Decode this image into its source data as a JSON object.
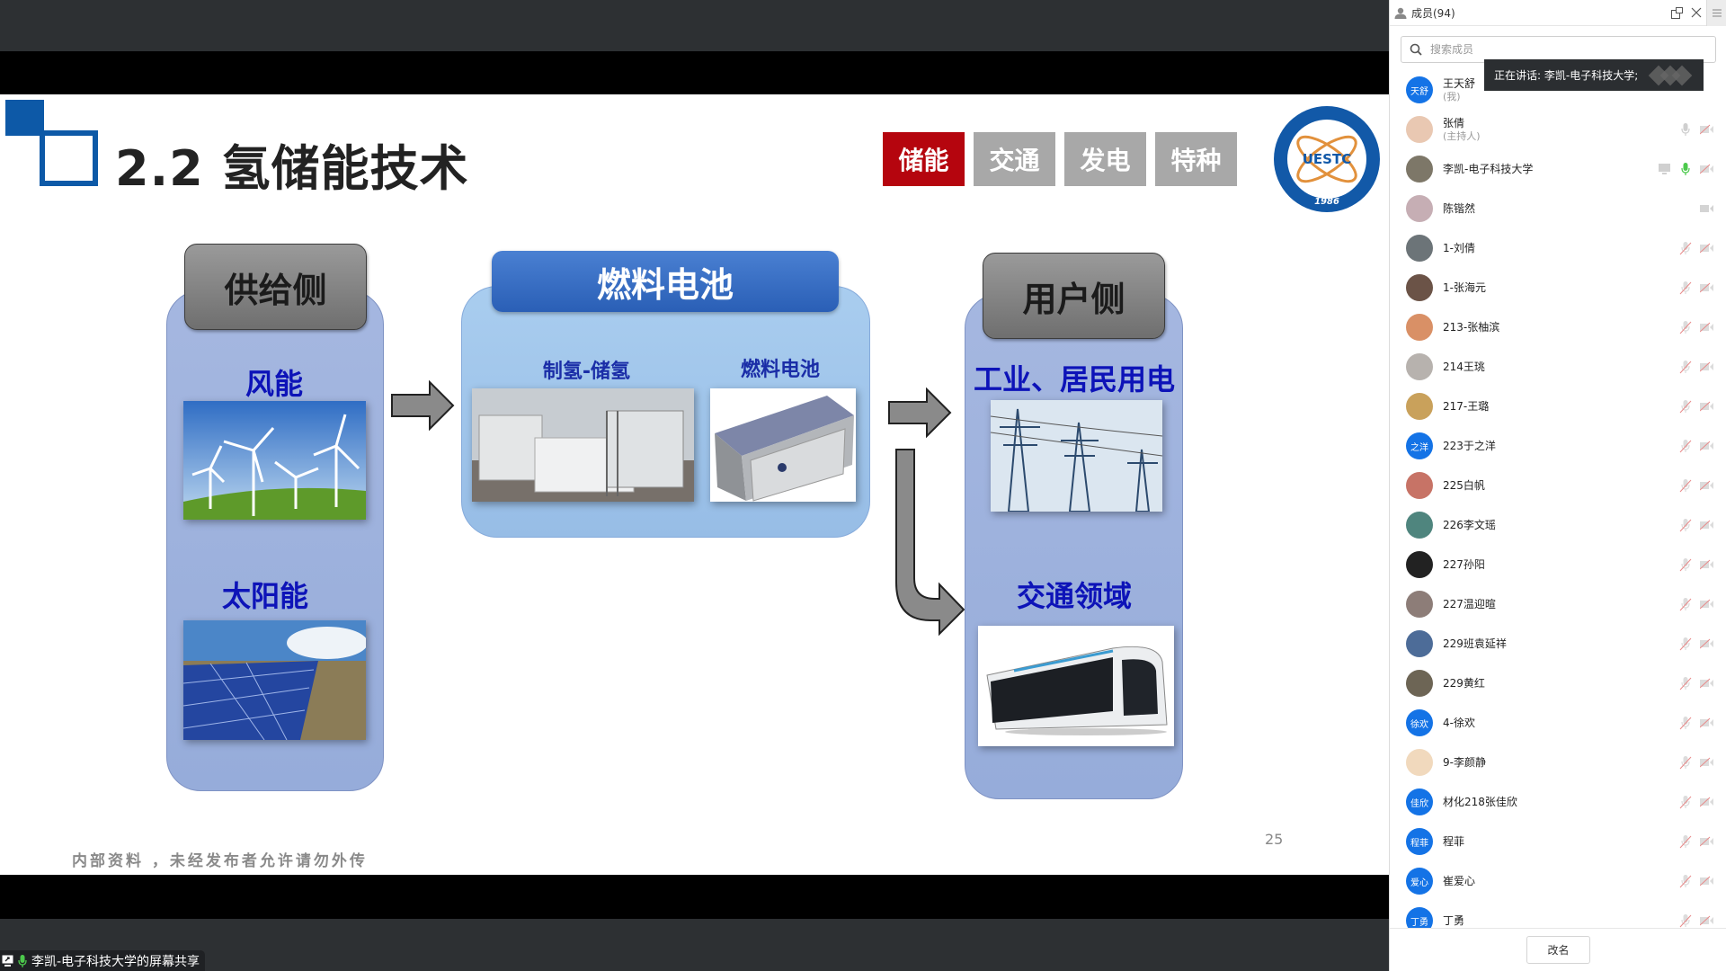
{
  "slide": {
    "title": "2.2 氢储能技术",
    "category_tabs": [
      {
        "label": "储能",
        "active": true
      },
      {
        "label": "交通",
        "active": false
      },
      {
        "label": "发电",
        "active": false
      },
      {
        "label": "特种",
        "active": false
      }
    ],
    "logo": {
      "text": "UESTC",
      "year": "1986"
    },
    "supply": {
      "header": "供给侧",
      "items": [
        {
          "label": "风能",
          "image": "wind-turbines-photo"
        },
        {
          "label": "太阳能",
          "image": "solar-panels-photo"
        }
      ]
    },
    "fuel_cell": {
      "header": "燃料电池",
      "items": [
        {
          "label": "制氢-储氢",
          "image": "hydrogen-production-storage-photo"
        },
        {
          "label": "燃料电池",
          "image": "fuel-cell-stack-photo"
        }
      ]
    },
    "user": {
      "header": "用户侧",
      "items": [
        {
          "label": "工业、居民用电",
          "image": "power-transmission-towers-photo"
        },
        {
          "label": "交通领域",
          "image": "fuel-cell-bus-photo"
        }
      ]
    },
    "watermark": "内部资料 ，未经发布者允许请勿外传",
    "page_number": "25"
  },
  "share_label": {
    "text": "李凯-电子科技大学的屏幕共享"
  },
  "members_panel": {
    "title": "成员(94)",
    "search_placeholder": "搜索成员",
    "speaking_tip": "正在讲话: 李凯-电子科技大学;",
    "rename_button": "改名",
    "colors": {
      "accent": "#1473e6",
      "mic_active": "#4cc94c",
      "muted": "#e88a8a"
    },
    "members": [
      {
        "name": "王天舒",
        "role": "(我)",
        "avatar_text": "天舒",
        "avatar_color": "#1473e6",
        "mic": "none",
        "cam": "none",
        "share": false
      },
      {
        "name": "张倩",
        "role": "(主持人)",
        "avatar_color": "#e9c8b2",
        "mic": "idle",
        "cam": "off",
        "share": false
      },
      {
        "name": "李凯-电子科技大学",
        "role": "",
        "avatar_color": "#7d7768",
        "mic": "active",
        "cam": "off",
        "share": true
      },
      {
        "name": "陈锴然",
        "role": "",
        "avatar_color": "#c6aeb4",
        "mic": "none",
        "cam": "idle",
        "share": false
      },
      {
        "name": "1-刘倩",
        "role": "",
        "avatar_color": "#6c7478",
        "mic": "off",
        "cam": "off",
        "share": false
      },
      {
        "name": "1-张海元",
        "role": "",
        "avatar_color": "#6b5347",
        "mic": "off",
        "cam": "off",
        "share": false
      },
      {
        "name": "213-张柚滨",
        "role": "",
        "avatar_color": "#d99066",
        "mic": "off",
        "cam": "off",
        "share": false
      },
      {
        "name": "214王珧",
        "role": "",
        "avatar_color": "#b7b2ae",
        "mic": "off",
        "cam": "off",
        "share": false
      },
      {
        "name": "217-王璐",
        "role": "",
        "avatar_color": "#c9a15b",
        "mic": "off",
        "cam": "off",
        "share": false
      },
      {
        "name": "223于之洋",
        "role": "",
        "avatar_text": "之洋",
        "avatar_color": "#1473e6",
        "mic": "off",
        "cam": "off",
        "share": false
      },
      {
        "name": "225白帆",
        "role": "",
        "avatar_color": "#c77366",
        "mic": "off",
        "cam": "off",
        "share": false
      },
      {
        "name": "226李文瑶",
        "role": "",
        "avatar_color": "#4f857e",
        "mic": "off",
        "cam": "off",
        "share": false
      },
      {
        "name": "227孙阳",
        "role": "",
        "avatar_color": "#222222",
        "mic": "off",
        "cam": "off",
        "share": false
      },
      {
        "name": "227温迎暄",
        "role": "",
        "avatar_color": "#8d7d78",
        "mic": "off",
        "cam": "off",
        "share": false
      },
      {
        "name": "229班袁延祥",
        "role": "",
        "avatar_color": "#4d6c98",
        "mic": "off",
        "cam": "off",
        "share": false
      },
      {
        "name": "229黄红",
        "role": "",
        "avatar_color": "#6d6555",
        "mic": "off",
        "cam": "off",
        "share": false
      },
      {
        "name": "4-徐欢",
        "role": "",
        "avatar_text": "徐欢",
        "avatar_color": "#1473e6",
        "mic": "off",
        "cam": "off",
        "share": false
      },
      {
        "name": "9-李颜静",
        "role": "",
        "avatar_color": "#f1d9bd",
        "mic": "off",
        "cam": "off",
        "share": false
      },
      {
        "name": "材化218张佳欣",
        "role": "",
        "avatar_text": "佳欣",
        "avatar_color": "#1473e6",
        "mic": "off",
        "cam": "off",
        "share": false
      },
      {
        "name": "程菲",
        "role": "",
        "avatar_text": "程菲",
        "avatar_color": "#1473e6",
        "mic": "off",
        "cam": "off",
        "share": false
      },
      {
        "name": "崔爱心",
        "role": "",
        "avatar_text": "爱心",
        "avatar_color": "#1473e6",
        "mic": "off",
        "cam": "off",
        "share": false
      },
      {
        "name": "丁勇",
        "role": "",
        "avatar_text": "丁勇",
        "avatar_color": "#1473e6",
        "mic": "off",
        "cam": "off",
        "share": false
      }
    ]
  }
}
